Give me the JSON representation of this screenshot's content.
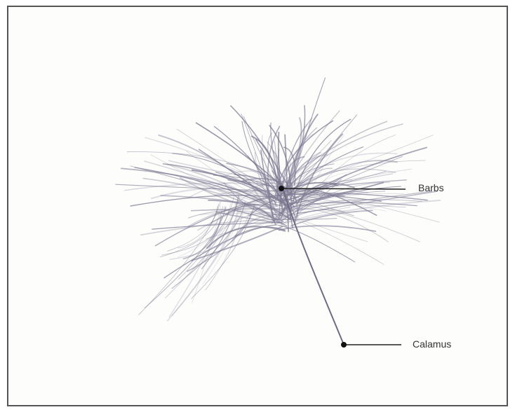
{
  "diagram": {
    "subject": "feather",
    "labels": {
      "barbs": "Barbs",
      "calamus": "Calamus"
    },
    "colors": {
      "feather": "#7d7a92",
      "leader_line": "#222222",
      "frame": "#555555"
    }
  }
}
